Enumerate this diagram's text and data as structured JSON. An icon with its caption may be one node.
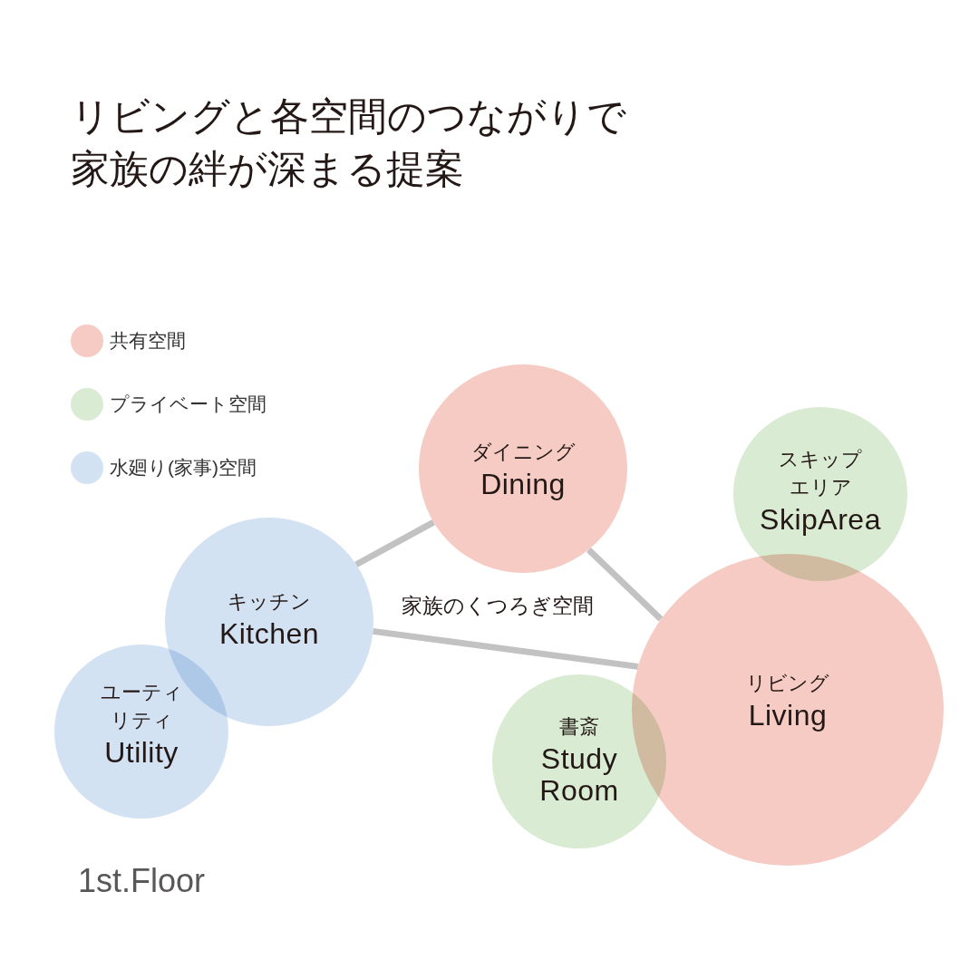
{
  "diagram": {
    "title": "リビングと各空間のつながりで家族の絆が深まる提案",
    "nodes": [
      {
        "text": [
          "ダイニング",
          "Dining"
        ]
      },
      {
        "text": [
          "スキップエリア",
          "SkipArea"
        ]
      },
      {
        "text": [
          "キッチン",
          "Kitchen"
        ]
      },
      {
        "text": [
          "リビング",
          "Living"
        ]
      },
      {
        "text": [
          "ユーティリティ",
          "Utility"
        ]
      },
      {
        "text": [
          "書斎",
          "Study Room"
        ]
      }
    ],
    "edges": [
      {
        "from": 2,
        "to": 0,
        "arrow": "none"
      },
      {
        "from": 0,
        "to": 3,
        "arrow": "none"
      },
      {
        "from": 2,
        "to": 3,
        "arrow": "none",
        "label": "家族のくつろぎ空間"
      }
    ],
    "labels": [
      "1st.Floor"
    ],
    "legend": [
      {
        "text": "共有空間",
        "color": "#f5cbc3"
      },
      {
        "text": "プライベート空間",
        "color": "#d9ebd2"
      },
      {
        "text": "水廻り(家事)空間",
        "color": "#d3e2f3"
      }
    ]
  }
}
